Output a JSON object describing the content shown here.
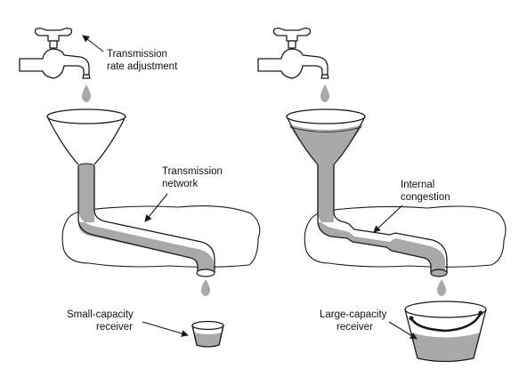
{
  "colors": {
    "ink": "#1a1a1a",
    "fluid": "#a9a9a9",
    "background": "#ffffff"
  },
  "left_panel": {
    "faucet_label_line1": "Transmission",
    "faucet_label_line2": "rate adjustment",
    "network_label_line1": "Transmission",
    "network_label_line2": "network",
    "receiver_label_line1": "Small-capacity",
    "receiver_label_line2": "receiver"
  },
  "right_panel": {
    "network_label_line1": "Internal",
    "network_label_line2": "congestion",
    "receiver_label_line1": "Large-capacity",
    "receiver_label_line2": "receiver"
  }
}
